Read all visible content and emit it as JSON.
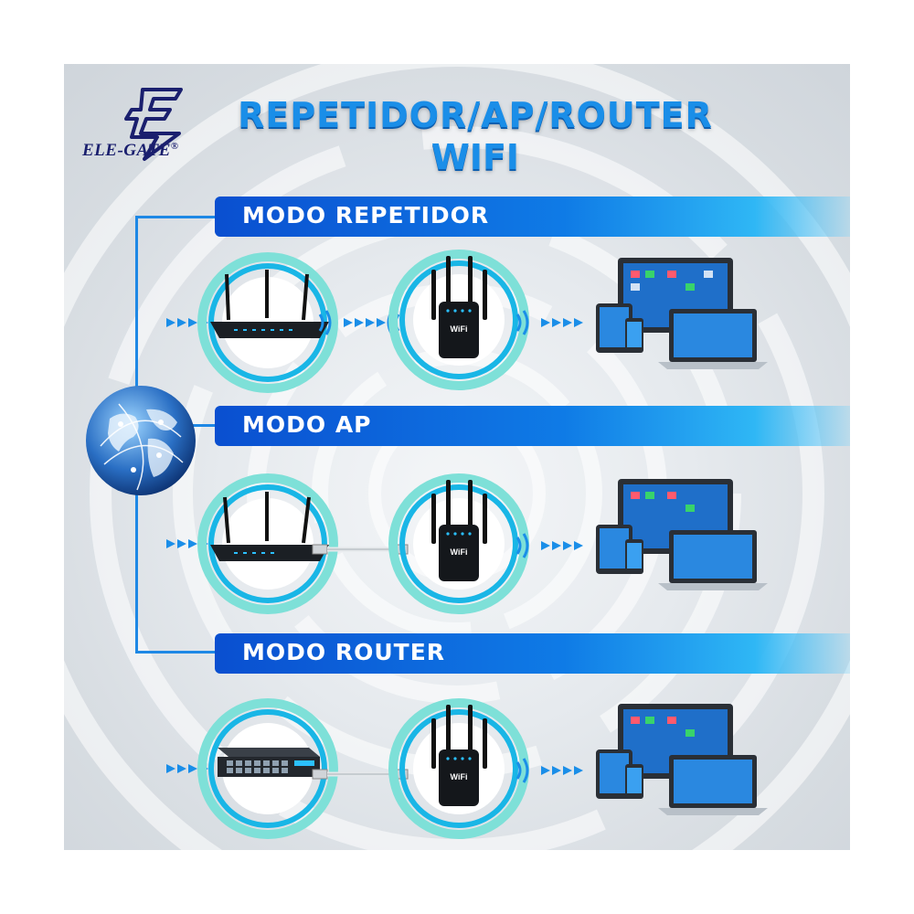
{
  "brand": {
    "logo_text": "ELE-GATE",
    "registered": "®",
    "logo_icon": "lightning-e-icon"
  },
  "title": {
    "line1": "REPETIDOR/AP/ROUTER",
    "line2": "WIFI"
  },
  "modes": [
    {
      "label": "MODO REPETIDOR",
      "source": "router",
      "link": "wireless"
    },
    {
      "label": "MODO AP",
      "source": "router",
      "link": "cable"
    },
    {
      "label": "MODO ROUTER",
      "source": "switch",
      "link": "cable"
    }
  ],
  "device_label": "WiFi",
  "colors": {
    "accent": "#1a8ee8",
    "banner_start": "#0a4fd0",
    "banner_end": "#2fb7f5",
    "ring": "#19b6e6",
    "ring_inner": "#7ee0d8",
    "device": "#111111"
  },
  "icons": [
    "globe-icon",
    "router-icon",
    "repeater-icon",
    "switch-icon",
    "monitor-icon",
    "laptop-icon",
    "tablet-icon",
    "phone-icon",
    "wifi-signal-icon",
    "arrow-icon"
  ]
}
